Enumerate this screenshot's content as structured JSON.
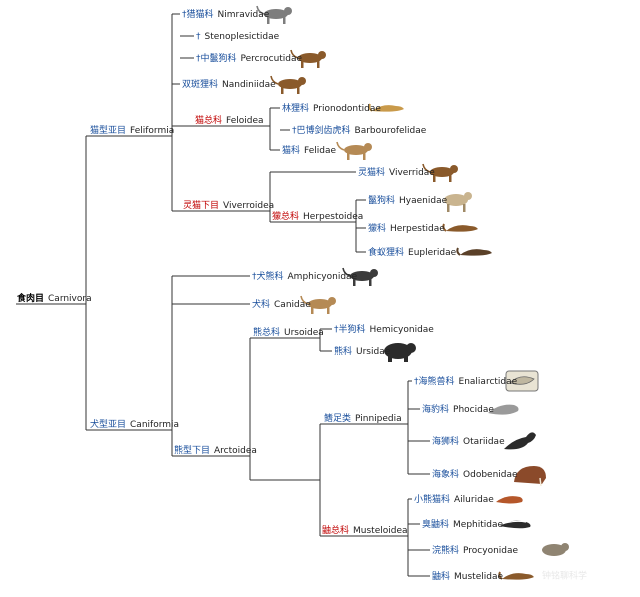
{
  "colors": {
    "line": "#333333",
    "zh_default": "#1a4f9c",
    "zh_red": "#c00000",
    "sci": "#222222",
    "watermark": "#e3e3e3"
  },
  "tree": {
    "id": "carnivora",
    "zh": "食肉目",
    "sci": "Carnivora",
    "zh_color": "#000000",
    "zh_bold": true,
    "children": [
      {
        "id": "feliformia",
        "zh": "猫型亚目",
        "sci": "Feliformia",
        "children": [
          {
            "id": "nimravidae",
            "zh": "†猎猫科",
            "sci": "Nimravidae",
            "icon": "nimravid-icon"
          },
          {
            "id": "stenoplesictidae",
            "zh": "†",
            "sci": "Stenoplesictidae"
          },
          {
            "id": "percrocutidae",
            "zh": "†中鬣狗科",
            "sci": "Percrocutidae",
            "icon": "percrocutid-icon"
          },
          {
            "id": "nandiniidae",
            "zh": "双斑狸科",
            "sci": "Nandiniidae",
            "icon": "african-palm-civet-icon"
          },
          {
            "id": "feloidea",
            "zh": "猫总科",
            "sci": "Feloidea",
            "zh_color": "#c00000",
            "children": [
              {
                "id": "prionodontidae",
                "zh": "林狸科",
                "sci": "Prionodontidae",
                "icon": "linsang-icon"
              },
              {
                "id": "barbourofelidae",
                "zh": "†巴博剑齿虎科",
                "sci": "Barbourofelidae"
              },
              {
                "id": "felidae",
                "zh": "猫科",
                "sci": "Felidae",
                "icon": "cat-icon"
              }
            ]
          },
          {
            "id": "viverroidea",
            "zh": "灵猫下目",
            "sci": "Viverroidea",
            "zh_color": "#c00000",
            "children": [
              {
                "id": "viverridae",
                "zh": "灵猫科",
                "sci": "Viverridae",
                "icon": "civet-icon"
              },
              {
                "id": "herpestoidea",
                "zh": "獴总科",
                "sci": "Herpestoidea",
                "zh_color": "#c00000",
                "children": [
                  {
                    "id": "hyaenidae",
                    "zh": "鬣狗科",
                    "sci": "Hyaenidae",
                    "icon": "hyena-icon"
                  },
                  {
                    "id": "herpestidae",
                    "zh": "獴科",
                    "sci": "Herpestidae",
                    "icon": "mongoose-icon"
                  },
                  {
                    "id": "eupleridae",
                    "zh": "食蚁狸科",
                    "sci": "Eupleridae",
                    "icon": "fossa-icon"
                  }
                ]
              }
            ]
          }
        ]
      },
      {
        "id": "caniformia",
        "zh": "犬型亚目",
        "sci": "Caniformia",
        "children": [
          {
            "id": "amphicyonidae",
            "zh": "†犬熊科",
            "sci": "Amphicyonidae",
            "icon": "bear-dog-icon"
          },
          {
            "id": "canidae",
            "zh": "犬科",
            "sci": "Canidae",
            "icon": "jackal-icon"
          },
          {
            "id": "arctoidea",
            "zh": "熊型下目",
            "sci": "Arctoidea",
            "children": [
              {
                "id": "ursoidea",
                "zh": "熊总科",
                "sci": "Ursoidea",
                "children": [
                  {
                    "id": "hemicyonidae",
                    "zh": "†半狗科",
                    "sci": "Hemicyonidae"
                  },
                  {
                    "id": "ursidae",
                    "zh": "熊科",
                    "sci": "Ursidae",
                    "icon": "bear-icon"
                  }
                ]
              },
              {
                "id": "arctoidea-b",
                "zh": "",
                "sci": "",
                "children": [
                  {
                    "id": "pinnipedia",
                    "zh": "鳍足类",
                    "sci": "Pinnipedia",
                    "children": [
                      {
                        "id": "enaliarctidae",
                        "zh": "†海熊兽科",
                        "sci": "Enaliarctidae",
                        "icon": "fossil-skull-icon"
                      },
                      {
                        "id": "phocidae",
                        "zh": "海豹科",
                        "sci": "Phocidae",
                        "icon": "seal-icon"
                      },
                      {
                        "id": "otariidae",
                        "zh": "海狮科",
                        "sci": "Otariidae",
                        "icon": "sea-lion-icon"
                      },
                      {
                        "id": "odobenidae",
                        "zh": "海象科",
                        "sci": "Odobenidae",
                        "icon": "walrus-icon"
                      }
                    ]
                  },
                  {
                    "id": "musteloidea",
                    "zh": "鼬总科",
                    "sci": "Musteloidea",
                    "zh_color": "#c00000",
                    "children": [
                      {
                        "id": "ailuridae",
                        "zh": "小熊猫科",
                        "sci": "Ailuridae",
                        "icon": "red-panda-icon"
                      },
                      {
                        "id": "mephitidae",
                        "zh": "臭鼬科",
                        "sci": "Mephitidae",
                        "icon": "skunk-icon"
                      },
                      {
                        "id": "procyonidae",
                        "zh": "浣熊科",
                        "sci": "Procyonidae",
                        "icon": "raccoon-icon"
                      },
                      {
                        "id": "mustelidae",
                        "zh": "鼬科",
                        "sci": "Mustelidae",
                        "icon": "weasel-icon"
                      }
                    ]
                  }
                ]
              }
            ]
          }
        ]
      }
    ]
  },
  "watermark": "钟铭聊科学"
}
